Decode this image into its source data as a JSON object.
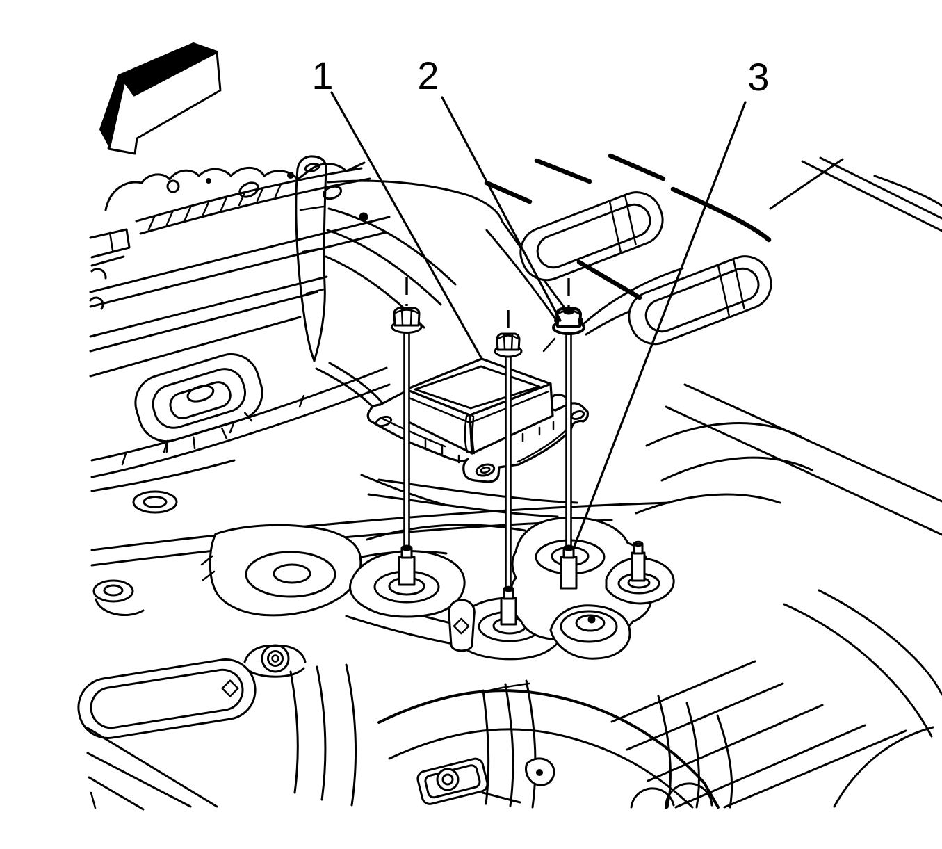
{
  "figure": {
    "background_color": "#ffffff",
    "line_color": "#000000",
    "callouts": [
      {
        "label": "1"
      },
      {
        "label": "2"
      },
      {
        "label": "3"
      }
    ],
    "icons": {
      "direction_arrow": "front-direction-arrow"
    }
  }
}
